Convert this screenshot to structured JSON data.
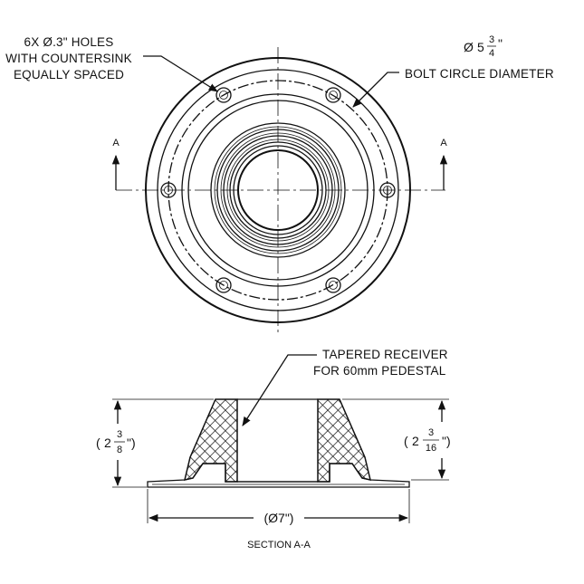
{
  "top_view": {
    "holes_line1": "6X Ø.3\" HOLES",
    "holes_line2": "WITH COUNTERSINK",
    "holes_line3": "EQUALLY SPACED",
    "bolt_phi": "Ø",
    "bolt_whole": "5",
    "bolt_num": "3",
    "bolt_den": "4",
    "bolt_unit": "\"",
    "bolt_label": "BOLT CIRCLE DIAMETER",
    "section_marker_left": "A",
    "section_marker_right": "A"
  },
  "section_view": {
    "receiver_line1": "TAPERED RECEIVER",
    "receiver_line2": "FOR 60mm PEDESTAL",
    "left_open": "(",
    "left_whole": "2",
    "left_num": "3",
    "left_den": "8",
    "left_close": "\")",
    "right_open": "(",
    "right_whole": "2",
    "right_num": "3",
    "right_den": "16",
    "right_close": "\")",
    "width_label": "(Ø7\")",
    "title": "SECTION A-A"
  }
}
